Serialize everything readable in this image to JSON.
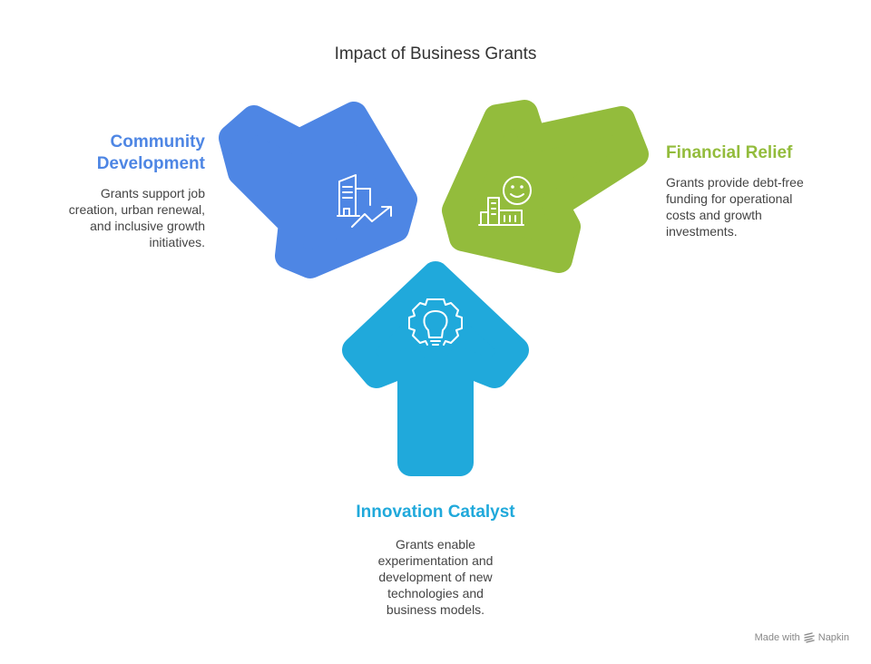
{
  "title": "Impact of Business Grants",
  "colors": {
    "community": "#4E86E4",
    "financial": "#93BC3C",
    "innovation": "#20A9DB",
    "icon_stroke": "#FFFFFF"
  },
  "items": {
    "community": {
      "heading_line1": "Community",
      "heading_line2": "Development",
      "desc_lines": [
        "Grants support job",
        "creation, urban renewal,",
        "and inclusive growth",
        "initiatives."
      ],
      "icon": "buildings-growth-icon"
    },
    "financial": {
      "heading": "Financial Relief",
      "desc_lines": [
        "Grants provide debt-free",
        "funding for operational",
        "costs and growth",
        "investments."
      ],
      "icon": "smiling-buildings-icon"
    },
    "innovation": {
      "heading": "Innovation Catalyst",
      "desc_lines": [
        "Grants enable",
        "experimentation and",
        "development of new",
        "technologies and",
        "business models."
      ],
      "icon": "gear-lightbulb-icon"
    }
  },
  "footer": {
    "made_with": "Made with",
    "brand": "Napkin"
  }
}
